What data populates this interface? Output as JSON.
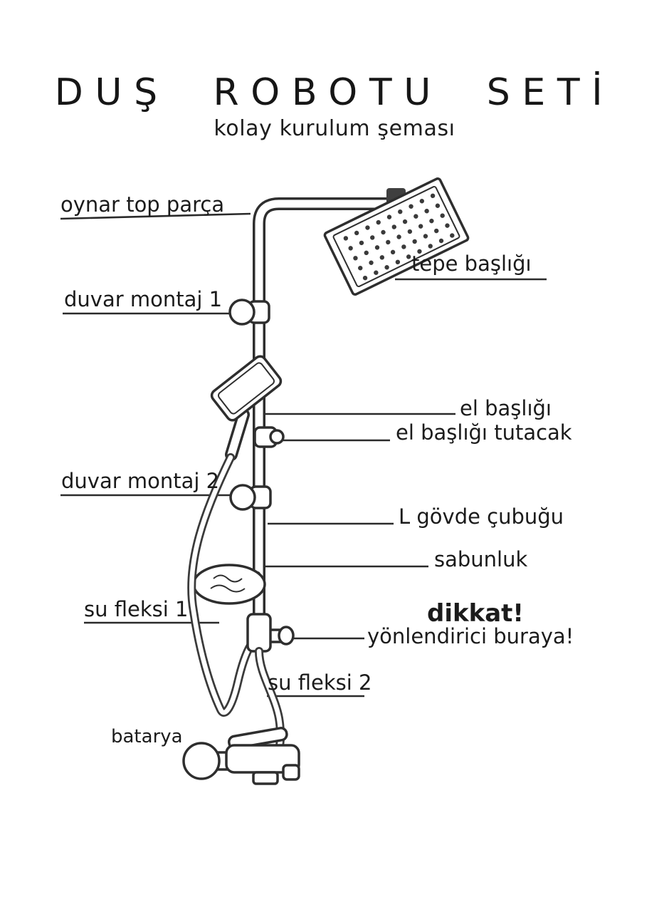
{
  "title": "DUŞ ROBOTU SETİ",
  "subtitle": "kolay kurulum şeması",
  "labels": {
    "oynar_top_parca": "oynar top parça",
    "tepe_basligi": "tepe başlığı",
    "duvar_montaj_1": "duvar montaj 1",
    "el_basligi": "el başlığı",
    "el_basligi_tutacak": "el başlığı tutacak",
    "duvar_montaj_2": "duvar montaj 2",
    "l_govde_cubugu": "L gövde çubuğu",
    "sabunluk": "sabunluk",
    "su_fleksi_1": "su fleksi 1",
    "dikkat": "dikkat!",
    "yonlendirici_buraya": "yönlendirici buraya!",
    "su_fleksi_2": "su fleksi 2",
    "batarya": "batarya"
  },
  "colors": {
    "background": "#ffffff",
    "ink": "#2e2e2e",
    "text": "#1b1b1b"
  }
}
